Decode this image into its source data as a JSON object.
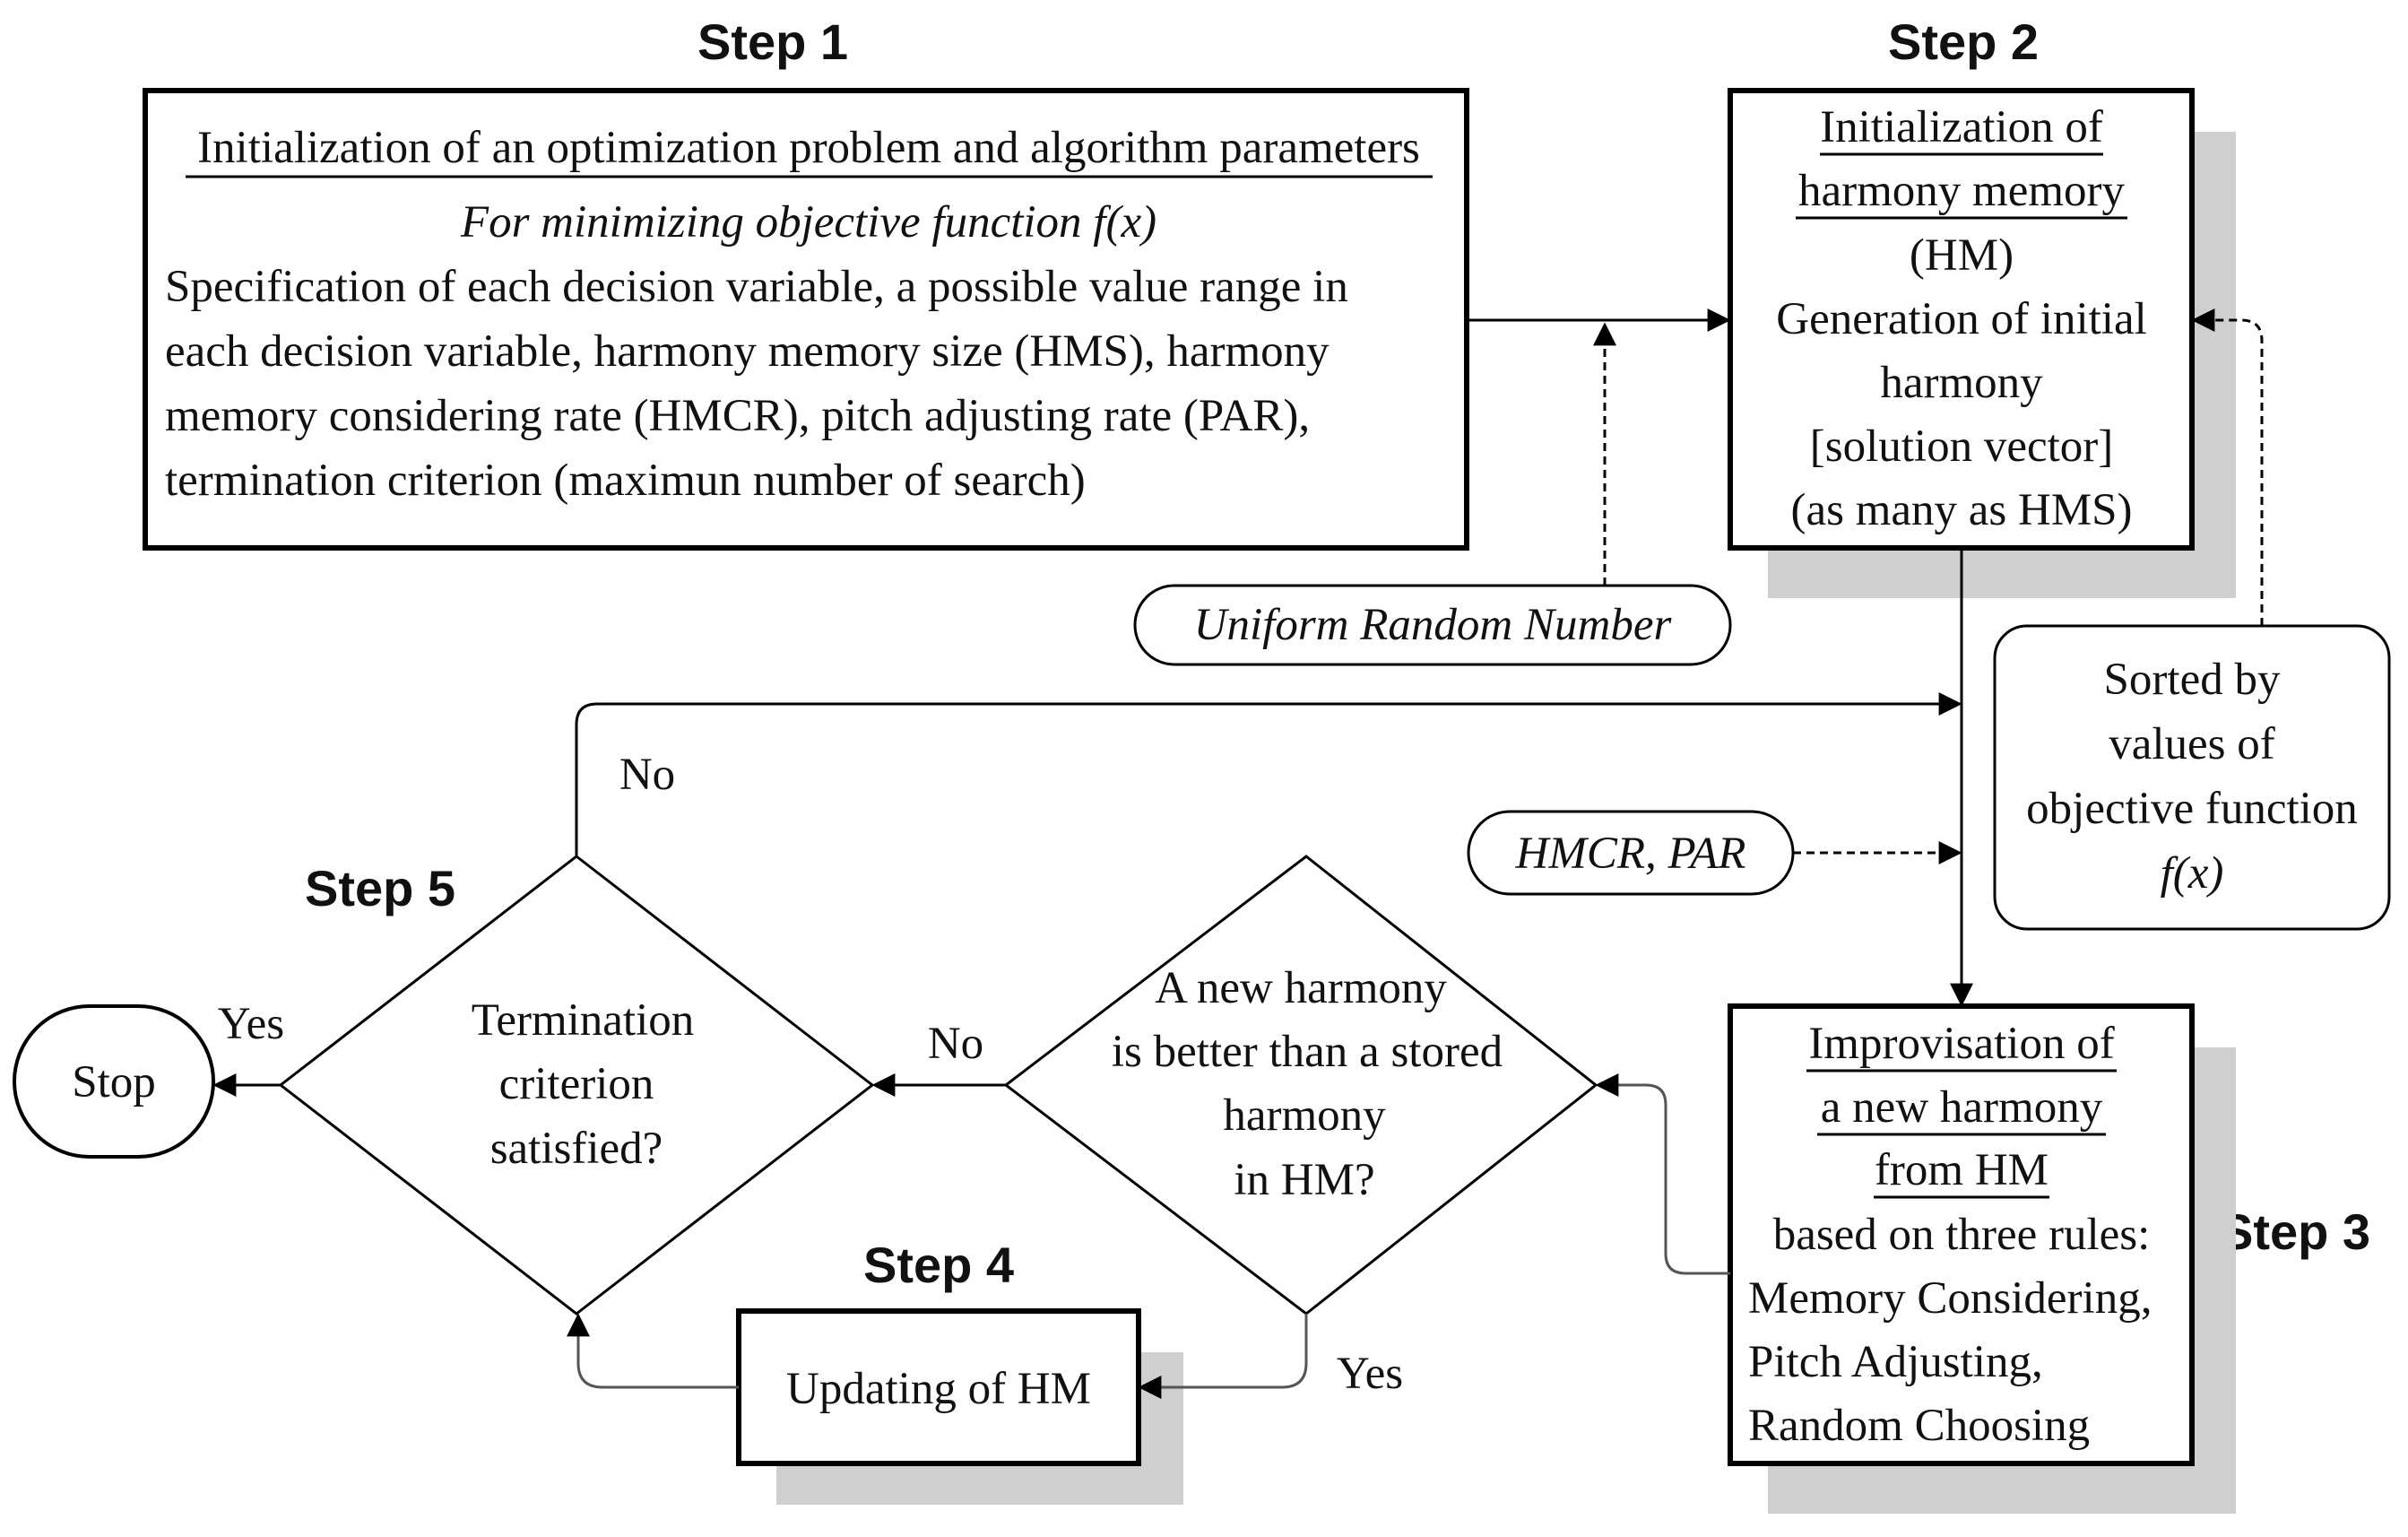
{
  "steps": {
    "s1": "Step 1",
    "s2": "Step 2",
    "s3": "Step 3",
    "s4": "Step 4",
    "s5": "Step 5"
  },
  "box1": {
    "title": "Initialization of an optimization problem and algorithm parameters",
    "subtitle": "For minimizing objective function f(x)",
    "lines": [
      "Specification of each decision variable, a possible value range in",
      "each decision variable, harmony memory size (HMS), harmony",
      "memory considering rate (HMCR), pitch adjusting rate (PAR),",
      "termination criterion (maximun number of search)"
    ]
  },
  "box2": {
    "title_lines": [
      "Initialization of",
      "harmony memory"
    ],
    "lines": [
      "(HM)",
      "Generation of initial",
      "harmony",
      "[solution vector]",
      "(as many as HMS)"
    ]
  },
  "box3": {
    "title_lines": [
      "Improvisation of",
      "a new harmony",
      "from HM"
    ],
    "lines": [
      "based on three rules:",
      "Memory Considering,",
      "Pitch Adjusting,",
      "Random Choosing"
    ]
  },
  "box4": {
    "label": "Updating of HM"
  },
  "inputs": {
    "urn": "Uniform Random Number",
    "hmcr_par": "HMCR, PAR"
  },
  "sorted_box": {
    "lines": [
      "Sorted by",
      "values of",
      "objective function",
      "f(x)"
    ]
  },
  "diamond_compare": {
    "lines": [
      "A new harmony",
      "is better than a stored",
      "harmony",
      "in HM?"
    ]
  },
  "diamond_term": {
    "lines": [
      "Termination",
      "criterion",
      "satisfied?"
    ]
  },
  "stop": {
    "label": "Stop"
  },
  "edge_labels": {
    "no_top": "No",
    "no_mid": "No",
    "yes_stop": "Yes",
    "yes_update": "Yes"
  }
}
